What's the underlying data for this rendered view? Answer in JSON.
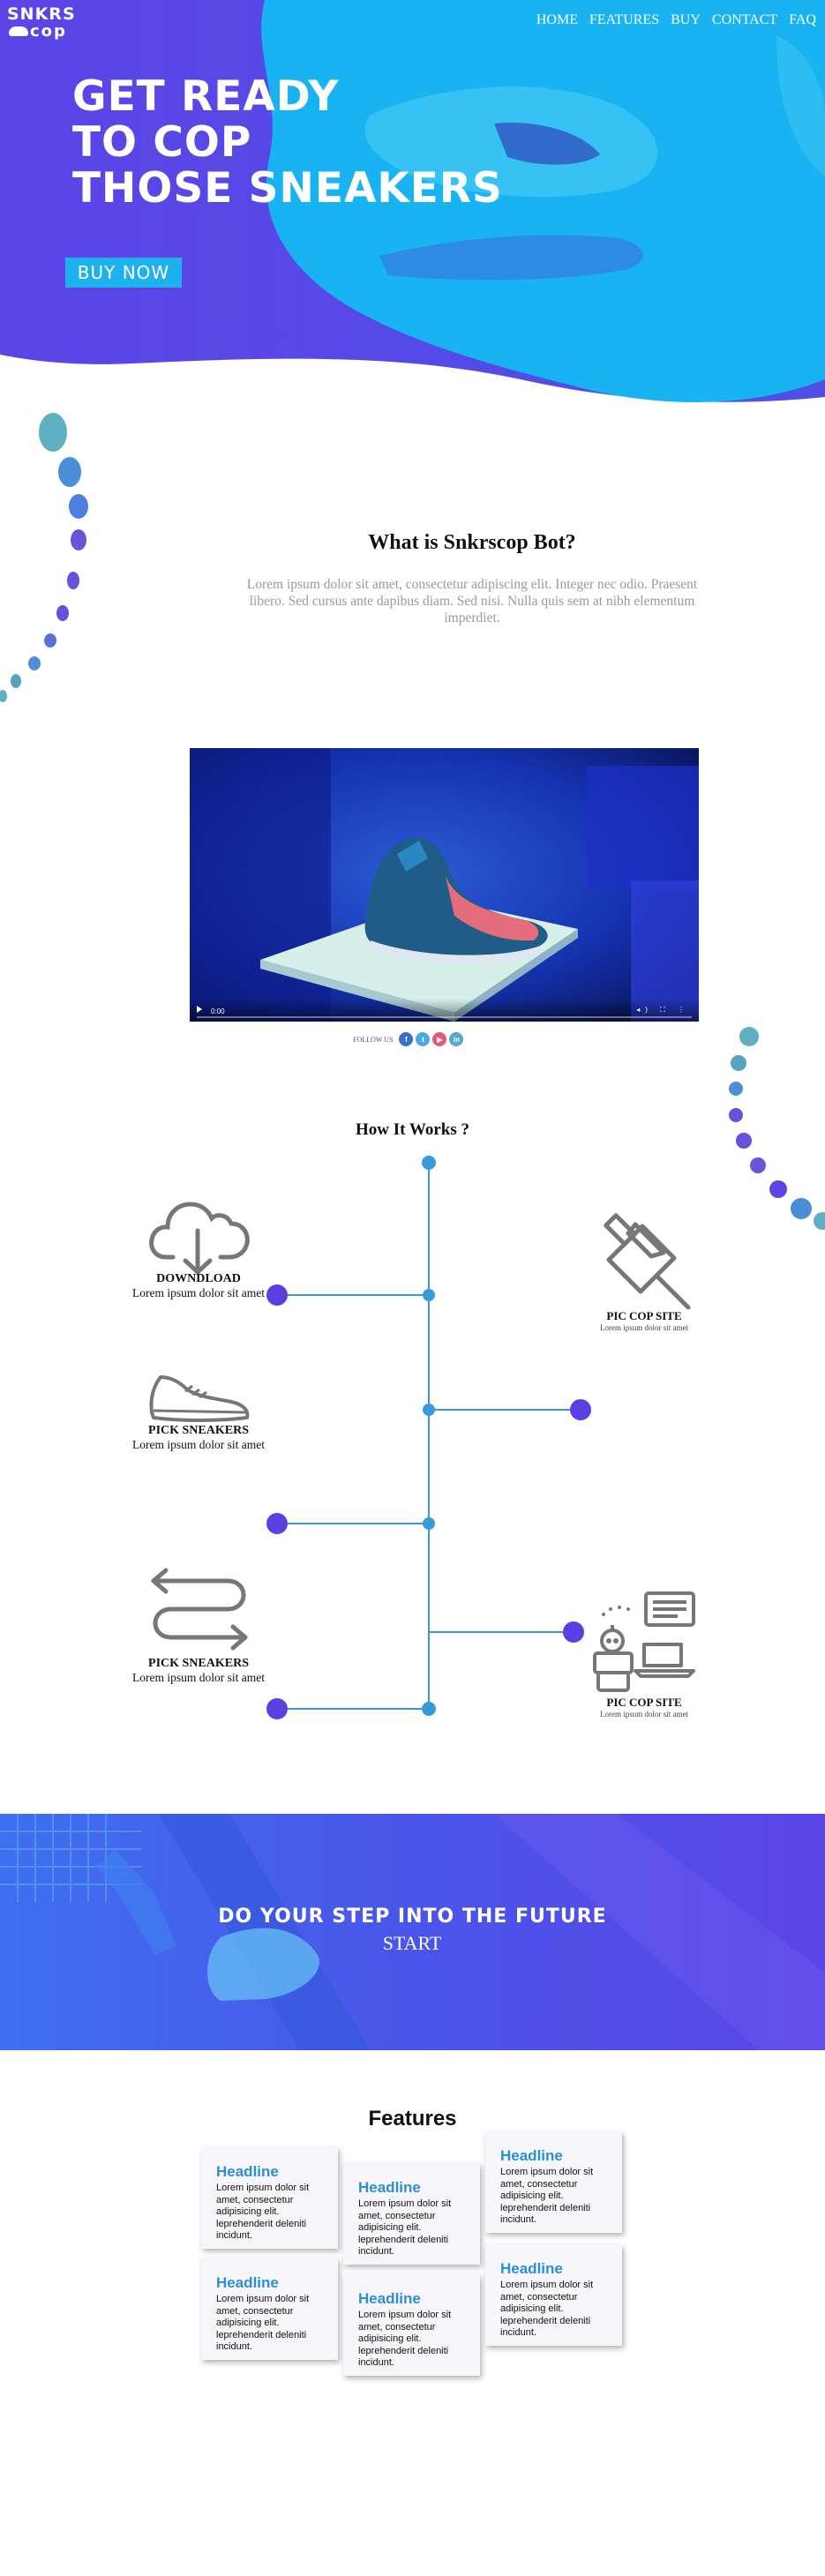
{
  "brand": {
    "line1": "SNKRS",
    "line2": "cop"
  },
  "nav": {
    "items": [
      "HOME",
      "FEATURES",
      "BUY",
      "CONTACT",
      "FAQ"
    ]
  },
  "hero": {
    "title_lines": [
      "GET READY",
      "TO COP",
      "THOSE SNEAKERS"
    ],
    "cta": "BUY NOW"
  },
  "about": {
    "title": "What is Snkrscop Bot?",
    "text": "Lorem ipsum dolor sit amet, consectetur adipiscing elit. Integer nec odio. Praesent libero. Sed cursus ante dapibus diam. Sed nisi. Nulla quis sem at nibh elementum imperdiet."
  },
  "video": {
    "time": "0:00"
  },
  "social": {
    "label": "FOLLOW US",
    "icons": [
      "facebook-icon",
      "twitter-icon",
      "youtube-icon",
      "linkedin-icon"
    ]
  },
  "how": {
    "title": "How It Works ?",
    "steps": [
      {
        "title": "DOWNDLOAD",
        "desc": "Lorem ipsum dolor sit amet",
        "icon": "cloud-download-icon"
      },
      {
        "title": "PIC COP SITE",
        "desc": "Lorem ipsum dolor sit amet",
        "icon": "pushpin-icon"
      },
      {
        "title": "PICK SNEAKERS",
        "desc": "Lorem ipsum dolor sit amet",
        "icon": "sneaker-icon"
      },
      {
        "title": "PICK SNEAKERS",
        "desc": "Lorem ipsum dolor sit amet",
        "icon": "swap-arrows-icon"
      },
      {
        "title": "PIC COP SITE",
        "desc": "Lorem ipsum dolor sit amet",
        "icon": "robot-laptop-icon"
      }
    ]
  },
  "banner": {
    "title": "DO YOUR STEP INTO THE FUTURE",
    "cta": "START"
  },
  "features": {
    "title": "Features",
    "cards": [
      {
        "headline": "Headline",
        "text": "Lorem ipsum dolor sit amet, consectetur adipisicing elit. leprehenderit deleniti incidunt."
      },
      {
        "headline": "Headline",
        "text": "Lorem ipsum dolor sit amet, consectetur adipisicing elit. leprehenderit deleniti incidunt."
      },
      {
        "headline": "Headline",
        "text": "Lorem ipsum dolor sit amet, consectetur adipisicing elit. leprehenderit deleniti incidunt."
      },
      {
        "headline": "Headline",
        "text": "Lorem ipsum dolor sit amet, consectetur adipisicing elit. leprehenderit deleniti incidunt."
      },
      {
        "headline": "Headline",
        "text": "Lorem ipsum dolor sit amet, consectetur adipisicing elit. leprehenderit deleniti incidunt."
      },
      {
        "headline": "Headline",
        "text": "Lorem ipsum dolor sit amet, consectetur adipisicing elit. leprehenderit deleniti incidunt."
      }
    ]
  },
  "colors": {
    "purple": "#5b45e6",
    "blue": "#1fb1ee",
    "timeline_blue": "#3a9ad9",
    "node_purple": "#5b3fe0",
    "headline_blue": "#2a8fd6"
  }
}
